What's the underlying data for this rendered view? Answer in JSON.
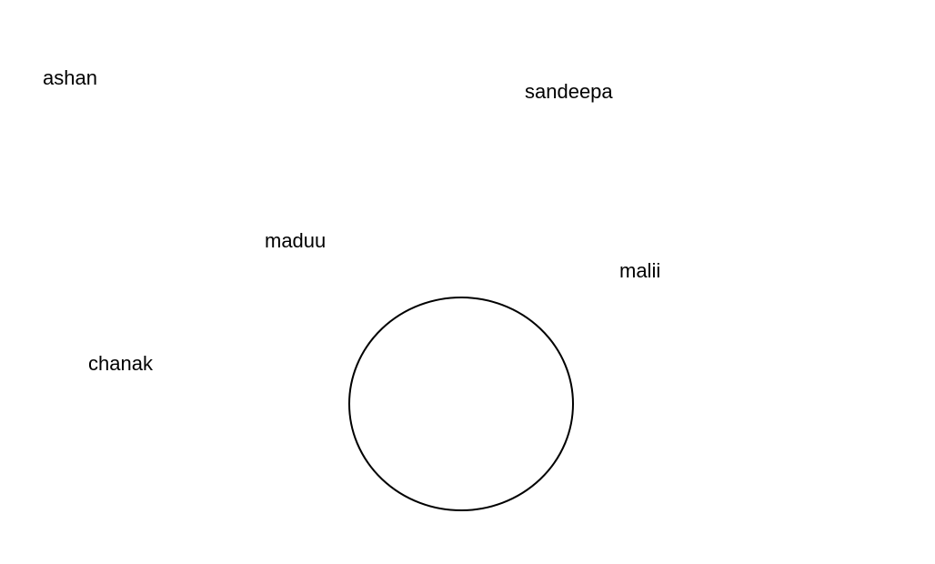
{
  "labels": {
    "ashan": "ashan",
    "sandeepa": "sandeepa",
    "maduu": "maduu",
    "malii": "malii",
    "chanak": "chanak"
  },
  "colors": {
    "background": "#ffffff",
    "ink": "#000000"
  }
}
